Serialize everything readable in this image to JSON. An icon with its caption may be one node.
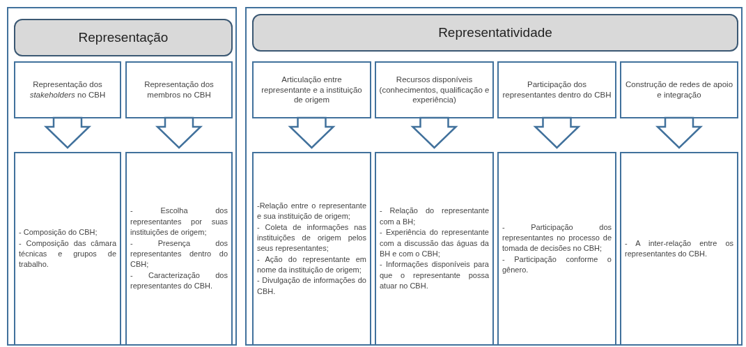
{
  "diagram": {
    "nodes": [
      {
        "text": [],
        "shape": "box"
      },
      {
        "text": [
          "Representação"
        ],
        "in": 0
      },
      {
        "text": [
          "Representação dos *stakeholders* no CBH"
        ],
        "in": 0
      },
      {
        "text": [
          "Representação dos membros no CBH"
        ],
        "in": 0
      },
      {
        "text": [
          "- Composição do CBH;",
          "- Composição das câmara técnicas e grupos de trabalho."
        ],
        "in": 0
      },
      {
        "text": [
          "- Escolha dos representantes por suas instituições de origem;",
          "- Presença dos representantes dentro do CBH;",
          "- Caracterização dos representantes do CBH."
        ],
        "in": 0
      },
      {
        "text": [],
        "shape": "box"
      },
      {
        "text": [
          "Representatividade"
        ],
        "in": 6
      },
      {
        "text": [
          "Articulação entre representante e a instituição de origem"
        ],
        "in": 6
      },
      {
        "text": [
          "Recursos disponíveis (conhecimentos, qualificação e experiência)"
        ],
        "in": 6
      },
      {
        "text": [
          "Participação dos representantes dentro do CBH"
        ],
        "in": 6
      },
      {
        "text": [
          "Construção de redes de apoio e integração"
        ],
        "in": 6
      },
      {
        "text": [
          "-Relação entre o representante e sua instituição de origem;",
          "- Coleta de informações nas instituições de origem pelos seus representantes;",
          "- Ação do representante em nome da instituição de origem;",
          "- Divulgação de informações do CBH."
        ],
        "in": 6
      },
      {
        "text": [
          "- Relação do representante com a BH;",
          "- Experiência do representante com a discussão das águas da BH e com o CBH;",
          "- Informações disponíveis para que o representante possa atuar no CBH."
        ],
        "in": 6
      },
      {
        "text": [
          "- Participação dos representantes no processo de tomada de decisões no CBH;",
          "- Participação conforme o gênero."
        ],
        "in": 6
      },
      {
        "text": [
          "- A inter-relação entre os representantes do CBH."
        ],
        "in": 6
      }
    ],
    "edges": [
      {
        "from": 2,
        "to": 4,
        "arrow": "to"
      },
      {
        "from": 3,
        "to": 5,
        "arrow": "to"
      },
      {
        "from": 8,
        "to": 12,
        "arrow": "to"
      },
      {
        "from": 9,
        "to": 13,
        "arrow": "to"
      },
      {
        "from": 10,
        "to": 14,
        "arrow": "to"
      },
      {
        "from": 11,
        "to": 15,
        "arrow": "to"
      }
    ]
  }
}
